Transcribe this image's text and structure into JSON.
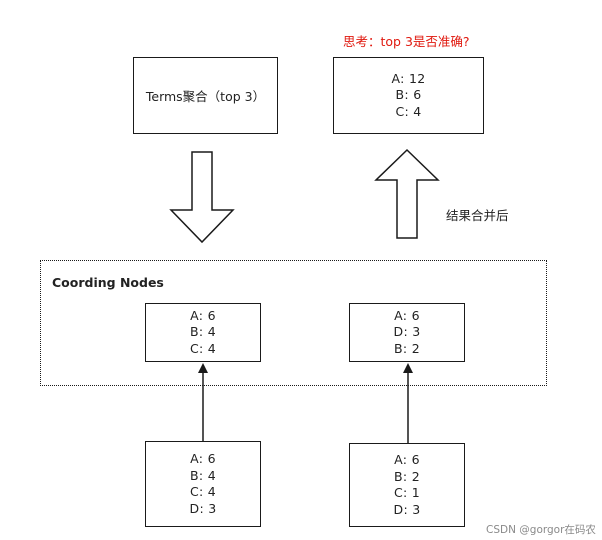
{
  "question_note": "思考：top 3是否准确?",
  "merge_label": "结果合并后",
  "terms_box": {
    "label": "Terms聚合（top 3）"
  },
  "result_box": {
    "lines": [
      "A: 12",
      "B: 6",
      "C: 4"
    ]
  },
  "coordinating": {
    "title": "Coording Nodes",
    "left_box": {
      "lines": [
        "A: 6",
        "B: 4",
        "C: 4"
      ]
    },
    "right_box": {
      "lines": [
        "A: 6",
        "D: 3",
        "B: 2"
      ]
    }
  },
  "shards": {
    "left_box": {
      "lines": [
        "A: 6",
        "B: 4",
        "C: 4",
        "D: 3"
      ]
    },
    "right_box": {
      "lines": [
        "A: 6",
        "B: 2",
        "C: 1",
        "D: 3"
      ]
    }
  },
  "watermark": "CSDN @gorgor在码农"
}
